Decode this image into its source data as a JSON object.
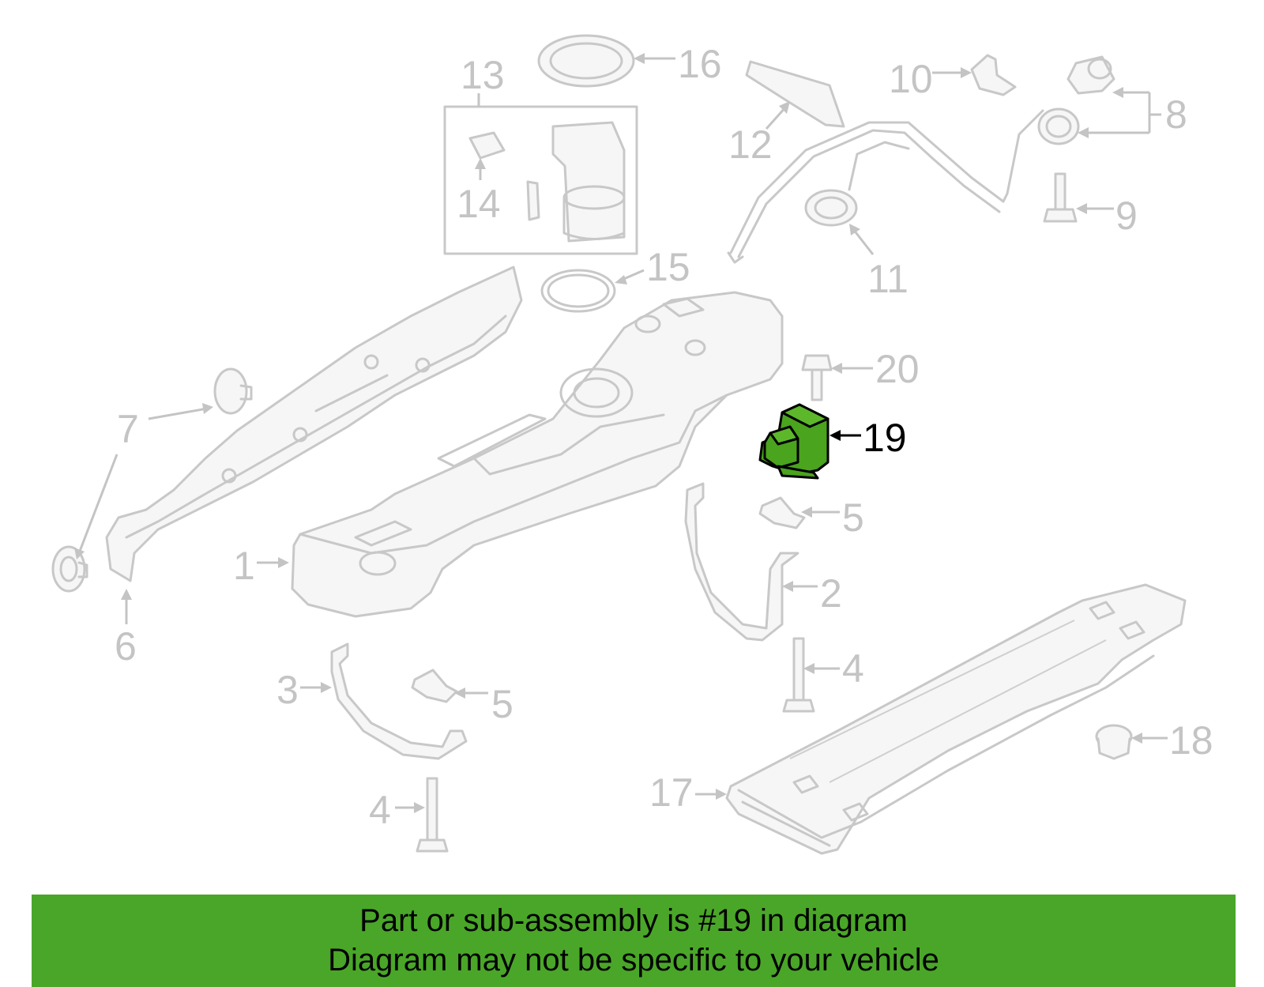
{
  "callouts": [
    {
      "id": "1",
      "label": "1"
    },
    {
      "id": "2",
      "label": "2"
    },
    {
      "id": "3",
      "label": "3"
    },
    {
      "id": "4a",
      "label": "4"
    },
    {
      "id": "4b",
      "label": "4"
    },
    {
      "id": "5a",
      "label": "5"
    },
    {
      "id": "5b",
      "label": "5"
    },
    {
      "id": "6",
      "label": "6"
    },
    {
      "id": "7",
      "label": "7"
    },
    {
      "id": "8",
      "label": "8"
    },
    {
      "id": "9",
      "label": "9"
    },
    {
      "id": "10",
      "label": "10"
    },
    {
      "id": "11",
      "label": "11"
    },
    {
      "id": "12",
      "label": "12"
    },
    {
      "id": "13",
      "label": "13"
    },
    {
      "id": "14",
      "label": "14"
    },
    {
      "id": "15",
      "label": "15"
    },
    {
      "id": "16",
      "label": "16"
    },
    {
      "id": "17",
      "label": "17"
    },
    {
      "id": "18",
      "label": "18"
    },
    {
      "id": "19",
      "label": "19"
    },
    {
      "id": "20",
      "label": "20"
    }
  ],
  "highlight": {
    "part_number": "19",
    "color": "#4aa41e"
  },
  "colors": {
    "banner": "#4aa628",
    "faded_line": "#c8c8c8",
    "highlight_outline": "#000000"
  },
  "banner": {
    "line1": "Part or sub-assembly is #19 in diagram",
    "line2": "Diagram may not be specific to your vehicle"
  }
}
